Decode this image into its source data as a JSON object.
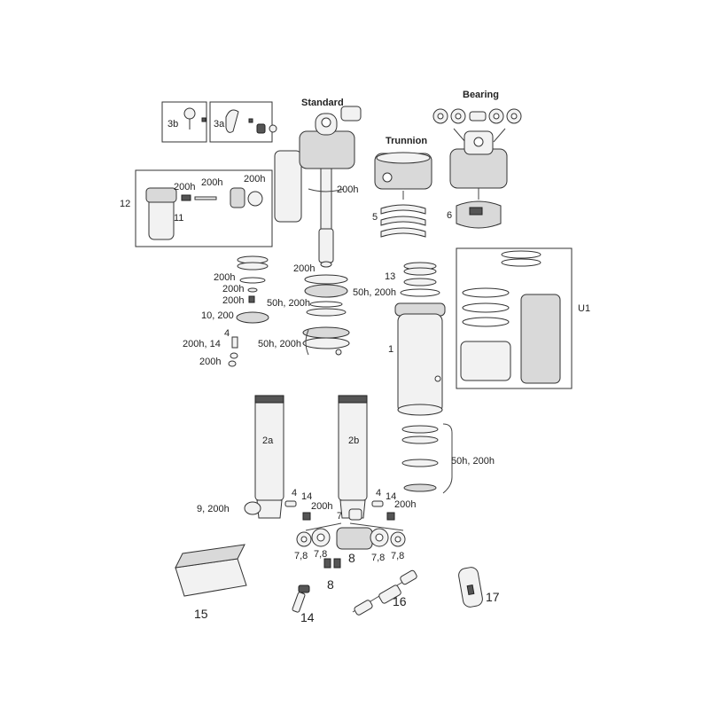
{
  "diagram": {
    "headings": {
      "standard": "Standard",
      "trunnion": "Trunnion",
      "bearing": "Bearing"
    },
    "labels": {
      "l3b": "3b",
      "l3a": "3a",
      "l12": "12",
      "l11": "11",
      "l200h_a": "200h",
      "l200h_b": "200h",
      "l200h_c": "200h",
      "l200h_d": "200h",
      "l200h_e": "200h",
      "l200h_f": "200h",
      "l200h_g": "200h",
      "l200h_h": "200h",
      "l200h_i": "200h",
      "l200h_j": "200h",
      "l5": "5",
      "l6": "6",
      "l13": "13",
      "l50h200h_a": "50h, 200h",
      "l50h200h_b": "50h, 200h",
      "l50h200h_c": "50h, 200h",
      "l50h200h_d": "50h, 200h",
      "l10_200": "10, 200",
      "l4a": "4",
      "l4b": "4",
      "l4c": "4",
      "l200h14": "200h, 14",
      "l1": "1",
      "lU1": "U1",
      "l2a": "2a",
      "l2b": "2b",
      "l9_200h": "9, 200h",
      "l14a": "14",
      "l14b": "14",
      "l7": "7",
      "l78a": "7,8",
      "l78b": "7,8",
      "l78c": "7,8",
      "l78d": "7,8",
      "l8a": "8",
      "l8b": "8",
      "l15": "15",
      "l14c": "14",
      "l16": "16",
      "l17": "17"
    }
  }
}
